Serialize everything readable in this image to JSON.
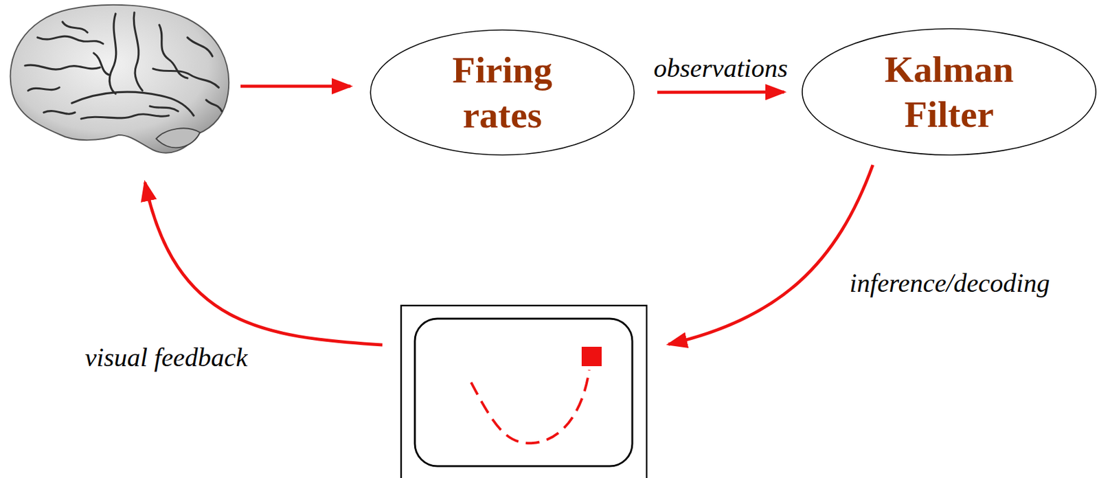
{
  "diagram": {
    "nodes": [
      {
        "text": [
          "Firing rates"
        ]
      },
      {
        "text": [
          "Kalman Filter"
        ]
      }
    ],
    "edges": [
      {
        "from": 0,
        "to": 1,
        "label": "observations",
        "arrow": "to"
      }
    ],
    "labels": [
      "inference/decoding",
      "visual feedback"
    ]
  }
}
